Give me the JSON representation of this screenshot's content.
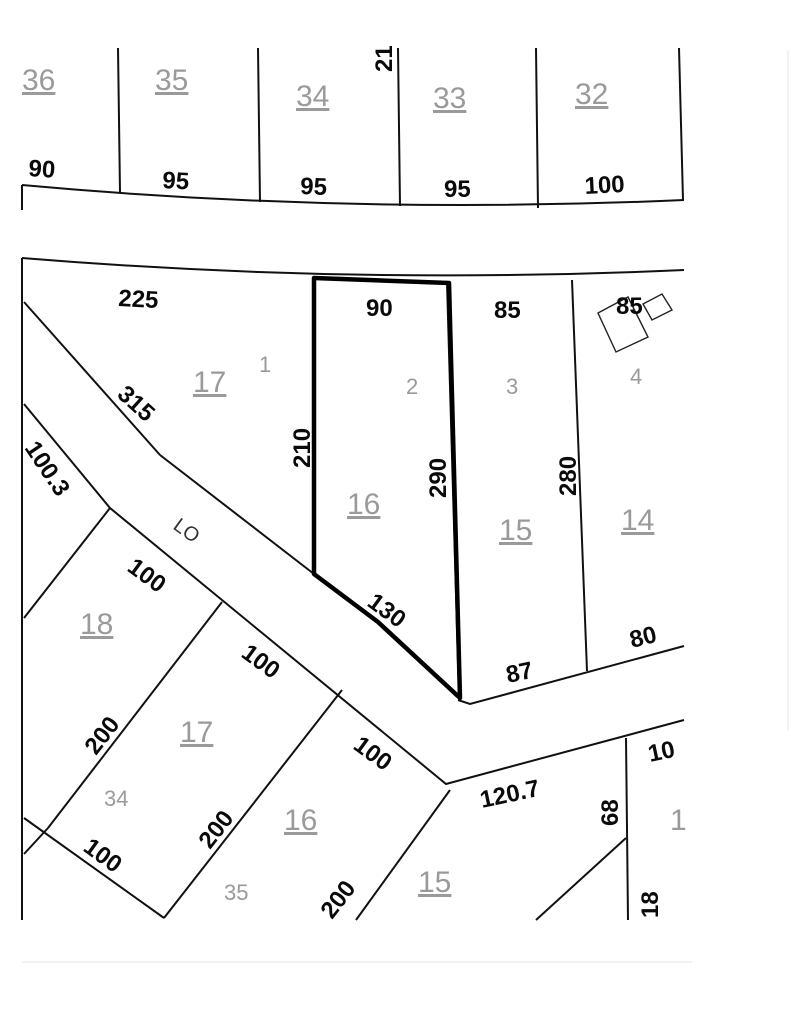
{
  "top_row": {
    "lots": [
      "36",
      "35",
      "34",
      "33",
      "32"
    ],
    "frontages": [
      "90",
      "95",
      "95",
      "95",
      "100"
    ],
    "partial_dim": "21"
  },
  "block_a": {
    "lot_17": {
      "label": "17",
      "sub": "1"
    },
    "lot_16": {
      "label": "16",
      "sub": "2"
    },
    "lot_15": {
      "label": "15",
      "sub": "3"
    },
    "lot_14": {
      "label": "14",
      "sub": "4"
    },
    "dims": {
      "d225": "225",
      "d315": "315",
      "d90": "90",
      "d85a": "85",
      "d85b": "85",
      "d210": "210",
      "d290": "290",
      "d280": "280",
      "d130": "130",
      "d87": "87",
      "d80": "80",
      "d100_3": "100.3"
    }
  },
  "road": {
    "label": "LO"
  },
  "block_b": {
    "lots": {
      "l18": "18",
      "l17": "17",
      "l34": "34",
      "l16": "16",
      "l35": "35",
      "l15": "15",
      "l1": "1"
    },
    "dims": {
      "d100a": "100",
      "d100b": "100",
      "d100c": "100",
      "d100d": "100",
      "d200a": "200",
      "d200b": "200",
      "d200c": "200",
      "d120_7": "120.7",
      "d68": "68",
      "d10": "10",
      "d18": "18"
    }
  },
  "colors": {
    "highlight": "#000000",
    "lot_label": "#9a9a9a",
    "line": "#111111"
  }
}
